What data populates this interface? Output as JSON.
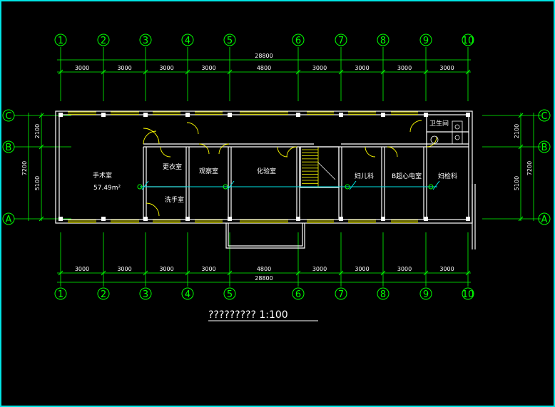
{
  "drawing": {
    "title_text": "????????? 1:100",
    "colors": {
      "background": "#000000",
      "frame": "#00e5e5",
      "grid": "#00ff00",
      "walls": "#ffffff",
      "windows": "#ffff00",
      "pipe": "#00e5e5"
    }
  },
  "axes_numbers": [
    "1",
    "2",
    "3",
    "4",
    "5",
    "6",
    "7",
    "8",
    "9",
    "10"
  ],
  "axes_letters": [
    "C",
    "B",
    "A"
  ],
  "dims_top": {
    "total": "28800",
    "segments": [
      "3000",
      "3000",
      "3000",
      "3000",
      "4800",
      "3000",
      "3000",
      "3000",
      "3000"
    ]
  },
  "dims_bottom": {
    "total": "28800",
    "segments": [
      "3000",
      "3000",
      "3000",
      "3000",
      "4800",
      "3000",
      "3000",
      "3000",
      "3000"
    ]
  },
  "dims_left": {
    "total": "7200",
    "upper": "2100",
    "lower": "5100"
  },
  "dims_right": {
    "total": "7200",
    "upper": "2100",
    "lower": "5100"
  },
  "rooms": {
    "operating": "手术室",
    "operating_area": "57.49m²",
    "changing": "更衣室",
    "handwash": "洗手室",
    "observation": "观察室",
    "lab": "化验室",
    "pediatrics": "妇儿科",
    "ecg": "B超心电室",
    "gyn": "妇检科",
    "toilet": "卫生间"
  }
}
